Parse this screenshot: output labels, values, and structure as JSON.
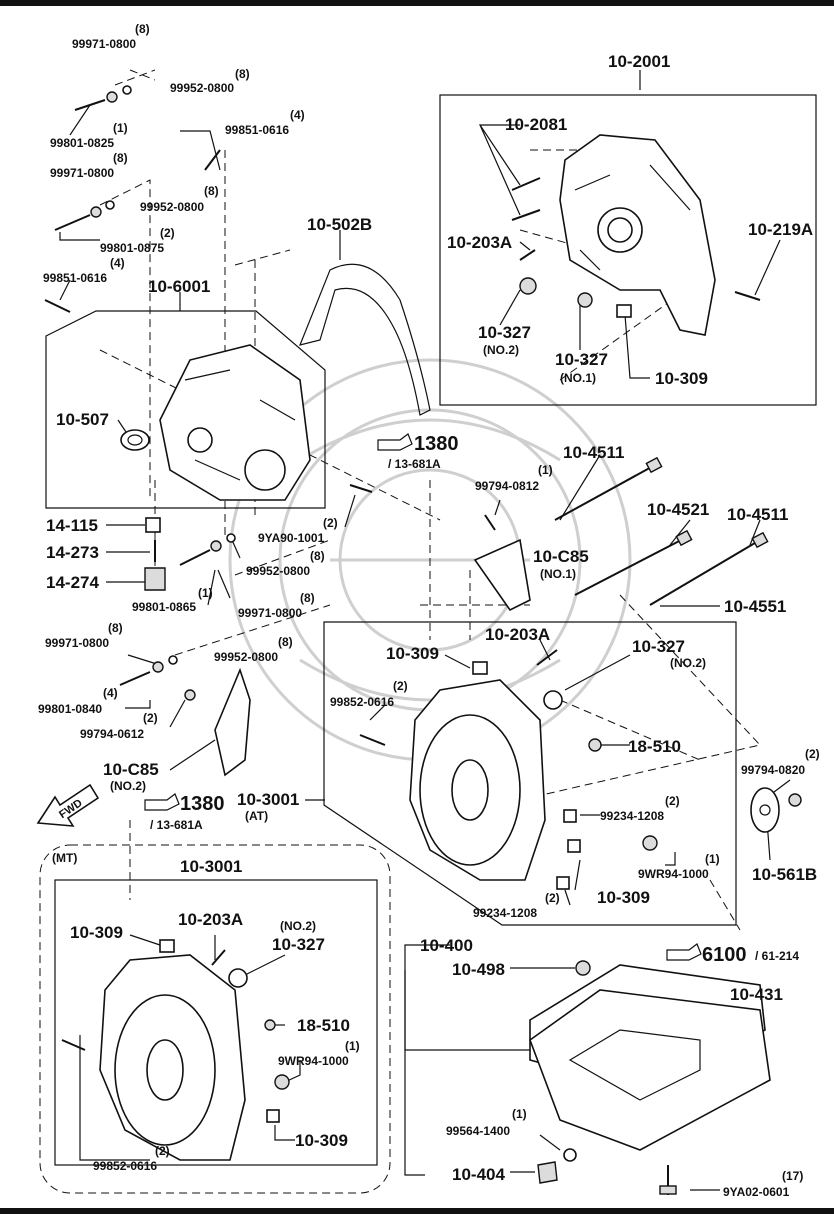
{
  "labels": {
    "l001": "(8)",
    "l002": "99971-0800",
    "l003": "(8)",
    "l004": "99952-0800",
    "l005": "(1)",
    "l006": "99801-0825",
    "l007": "(8)",
    "l008": "99971-0800",
    "l009": "(8)",
    "l010": "99952-0800",
    "l011": "(2)",
    "l012": "99801-0875",
    "l013": "(4)",
    "l014": "99851-0616",
    "l015": "(4)",
    "l016": "99851-0616",
    "l017": "10-6001",
    "l018": "10-507",
    "l019": "10-502B",
    "l020": "14-115",
    "l021": "14-273",
    "l022": "14-274",
    "l023": "(2)",
    "l024": "9YA90-1001",
    "l025": "(8)",
    "l026": "99952-0800",
    "l027": "(1)",
    "l028": "99801-0865",
    "l029": "(8)",
    "l030": "99971-0800",
    "l031": "(8)",
    "l032": "99971-0800",
    "l033": "(8)",
    "l034": "99952-0800",
    "l035": "(4)",
    "l036": "99801-0840",
    "l037": "(2)",
    "l038": "99794-0612",
    "l039": "10-C85",
    "l040": "(NO.2)",
    "l041": "FWD",
    "l042": "1380",
    "l043": "/ 13-681A",
    "l044": "10-3001",
    "l045": "(AT)",
    "l046": "(MT)",
    "l047": "10-3001",
    "l048": "10-309",
    "l049": "10-203A",
    "l050": "(NO.2)",
    "l051": "10-327",
    "l052": "18-510",
    "l053": "(1)",
    "l054": "9WR94-1000",
    "l055": "10-309",
    "l056": "(2)",
    "l057": "99852-0616",
    "l058": "10-2001",
    "l059": "10-2081",
    "l060": "10-203A",
    "l061": "10-219A",
    "l062": "10-327",
    "l063": "(NO.2)",
    "l064": "10-327",
    "l065": "(NO.1)",
    "l066": "10-309",
    "l067": "1380",
    "l068": "/ 13-681A",
    "l069": "(1)",
    "l070": "99794-0812",
    "l071": "10-4511",
    "l072": "10-C85",
    "l073": "(NO.1)",
    "l074": "10-4521",
    "l075": "10-4511",
    "l076": "10-4551",
    "l077": "10-203A",
    "l078": "10-309",
    "l079": "10-327",
    "l080": "(NO.2)",
    "l081": "(2)",
    "l082": "99852-0616",
    "l083": "18-510",
    "l084": "(2)",
    "l085": "99794-0820",
    "l086": "(2)",
    "l087": "99234-1208",
    "l088": "10-561B",
    "l089": "(1)",
    "l090": "9WR94-1000",
    "l091": "10-309",
    "l092": "(2)",
    "l093": "99234-1208",
    "l094": "6100",
    "l095": "/ 61-214",
    "l096": "10-400",
    "l097": "10-498",
    "l098": "10-431",
    "l099": "(1)",
    "l100": "99564-1400",
    "l101": "10-404",
    "l102": "(17)",
    "l103": "9YA02-0601"
  },
  "colors": {
    "ink": "#111111",
    "paper": "#ffffff",
    "watermark": "#cfcfcf",
    "shade": "#dcdcdc"
  },
  "icons": {
    "reference": "pointing-hand-icon",
    "direction": "fwd-arrow-icon"
  }
}
